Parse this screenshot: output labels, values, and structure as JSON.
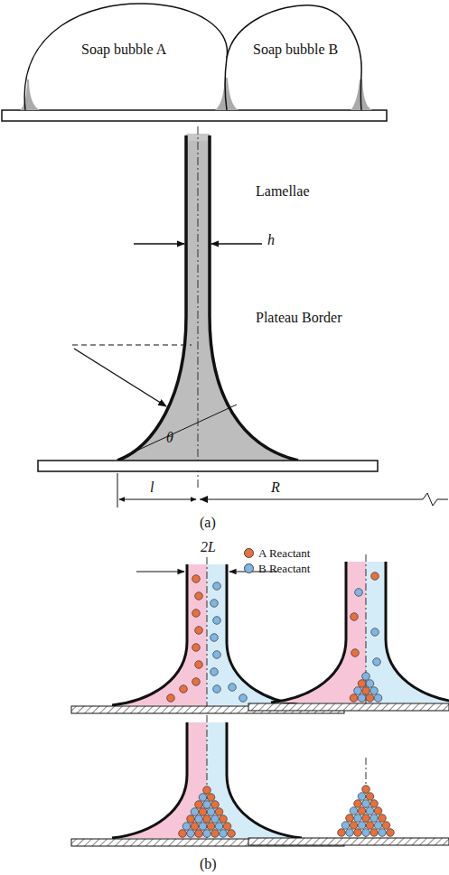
{
  "diagram": {
    "nodes": [
      {
        "text": [
          "Soap bubble A"
        ]
      },
      {
        "text": [
          "Soap bubble B"
        ]
      }
    ],
    "labels": [
      "Lamellae",
      "h",
      "Plateau Border",
      "θ",
      "l",
      "R",
      "(a)",
      "2L",
      "(b)"
    ],
    "legend": [
      {
        "text": "A Reactant",
        "color": "#e8703a"
      },
      {
        "text": "B Reactant",
        "color": "#7fb6e3"
      }
    ]
  }
}
